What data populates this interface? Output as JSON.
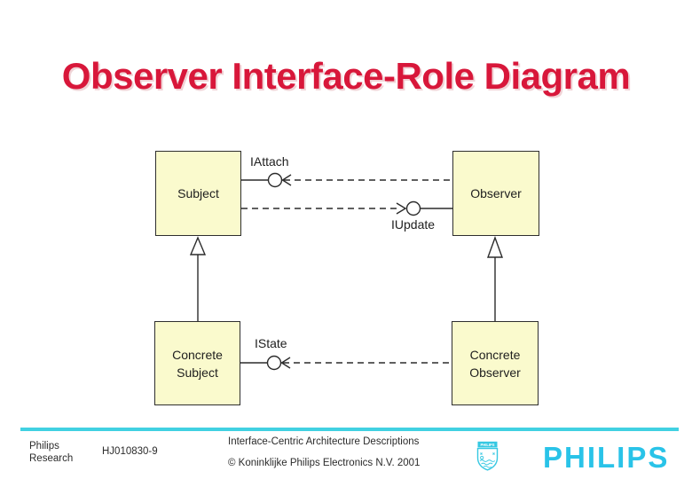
{
  "slide": {
    "title": "Observer Interface-Role Diagram"
  },
  "diagram": {
    "boxes": {
      "subject": {
        "lines": [
          "Subject"
        ]
      },
      "observer": {
        "lines": [
          "Observer"
        ]
      },
      "concreteSubject": {
        "lines": [
          "Concrete",
          "Subject"
        ]
      },
      "concreteObserver": {
        "lines": [
          "Concrete",
          "Observer"
        ]
      }
    },
    "interfaces": {
      "iattach": {
        "label": "IAttach"
      },
      "iupdate": {
        "label": "IUpdate"
      },
      "istate": {
        "label": "IState"
      }
    }
  },
  "footer": {
    "org_line1": "Philips",
    "org_line2": "Research",
    "doc_id": "HJ010830-9",
    "deck_title": "Interface-Centric Architecture Descriptions",
    "copyright": "© Koninklijke Philips Electronics N.V. 2001",
    "brand_wordmark": "PHILIPS",
    "shield_text": "PHILIPS"
  },
  "colors": {
    "title_red": "#D8173A",
    "box_fill": "#FAFACD",
    "box_border": "#2E2E2E",
    "line_ink": "#2B2B2B",
    "rule_cyan": "#41D1E2",
    "brand_cyan": "#29C3E8",
    "shield_cyan": "#36C8E2"
  }
}
